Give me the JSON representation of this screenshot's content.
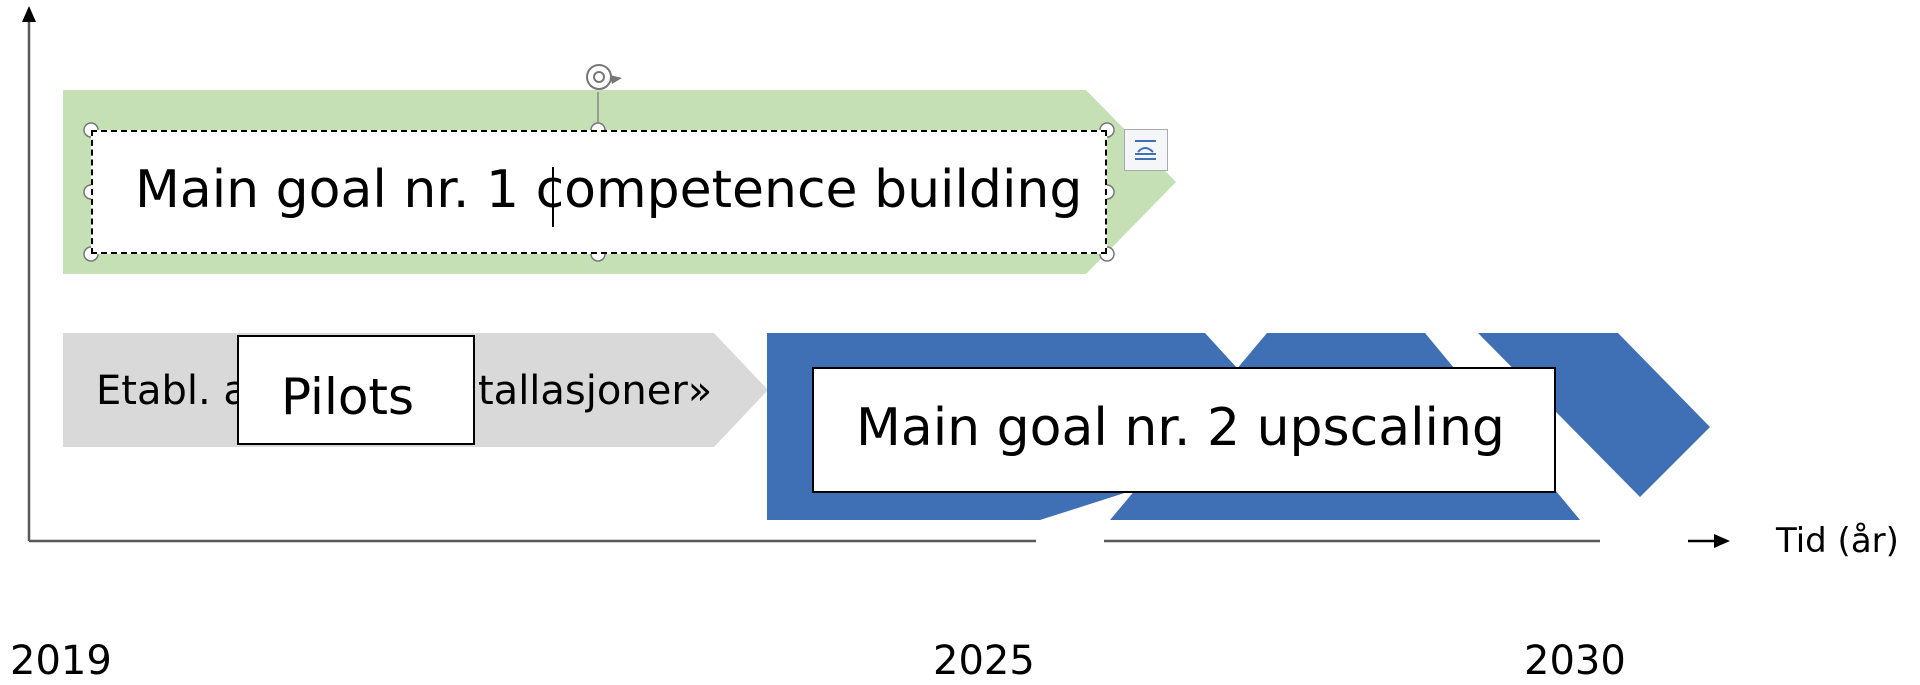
{
  "goal1": {
    "label": "Main goal nr. 1 competence building"
  },
  "goal2": {
    "label": "Main goal nr. 2 upscaling"
  },
  "pilots": {
    "label": "Pilots"
  },
  "etabl": {
    "left_part": "Etabl. a",
    "right_part": "tallasjoner»"
  },
  "axis": {
    "title": "Tid (år)"
  },
  "years": [
    "2019",
    "2025",
    "2030"
  ],
  "colors": {
    "green_arrow": "#c5e0b4",
    "grey_arrow": "#d9d9d9",
    "blue_chevrons": "#3f6fb5",
    "axis": "#595959"
  },
  "icons": {
    "rotate": "rotate-handle-icon",
    "layout": "layout-options-icon"
  }
}
